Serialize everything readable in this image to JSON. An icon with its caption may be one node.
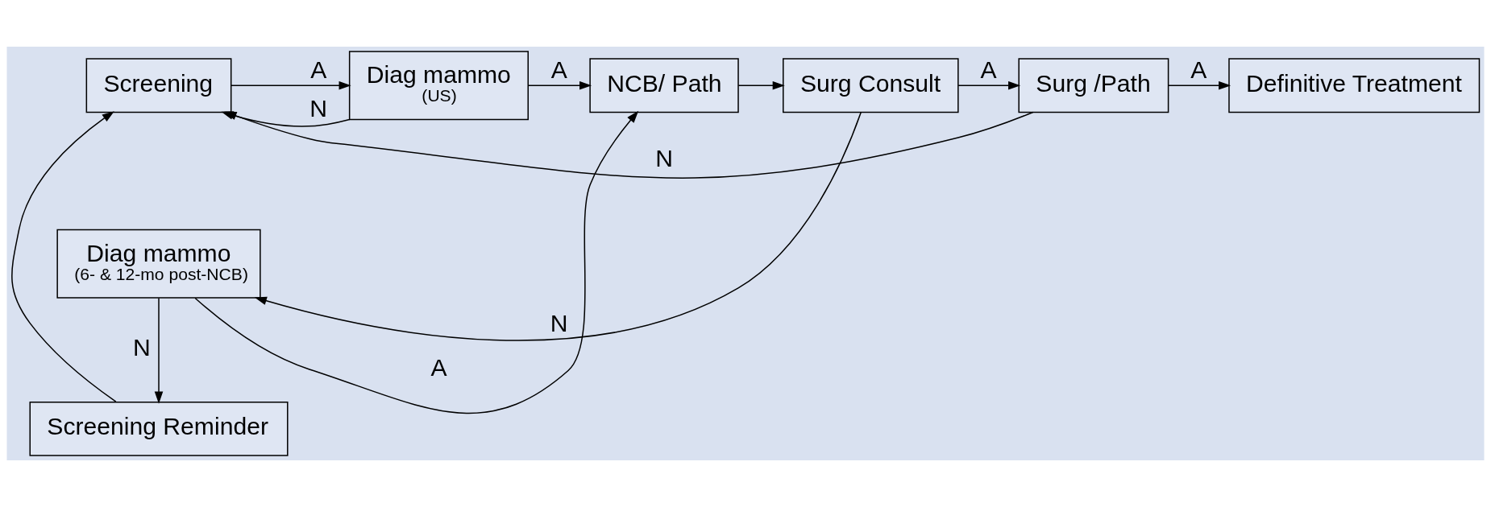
{
  "diagram": {
    "nodes": [
      {
        "text": [
          "Screening"
        ]
      },
      {
        "text": [
          "Diag mammo",
          "(US)"
        ]
      },
      {
        "text": [
          "NCB/ Path"
        ]
      },
      {
        "text": [
          "Surg Consult"
        ]
      },
      {
        "text": [
          "Surg /Path"
        ]
      },
      {
        "text": [
          "Definitive Treatment"
        ]
      },
      {
        "text": [
          "Screening Reminder"
        ]
      },
      {
        "text": [
          "Diag mammo",
          "(6- & 12-mo post-NCB)"
        ]
      }
    ],
    "edges": [
      {
        "from": 0,
        "to": 1,
        "arrow": "to",
        "label": "A"
      },
      {
        "from": 1,
        "to": 2,
        "arrow": "to",
        "label": "A"
      },
      {
        "from": 2,
        "to": 3,
        "arrow": "to"
      },
      {
        "from": 3,
        "to": 4,
        "arrow": "to",
        "label": "A"
      },
      {
        "from": 4,
        "to": 5,
        "arrow": "to",
        "label": "A"
      },
      {
        "from": 1,
        "to": 0,
        "arrow": "to",
        "label": "N"
      },
      {
        "from": 4,
        "to": 0,
        "arrow": "to",
        "label": "N"
      },
      {
        "from": 3,
        "to": 7,
        "arrow": "to",
        "label": "N"
      },
      {
        "from": 7,
        "to": 2,
        "arrow": "to",
        "label": "A"
      },
      {
        "from": 7,
        "to": 6,
        "arrow": "to",
        "label": "N"
      },
      {
        "from": 6,
        "to": 0,
        "arrow": "to"
      }
    ]
  }
}
